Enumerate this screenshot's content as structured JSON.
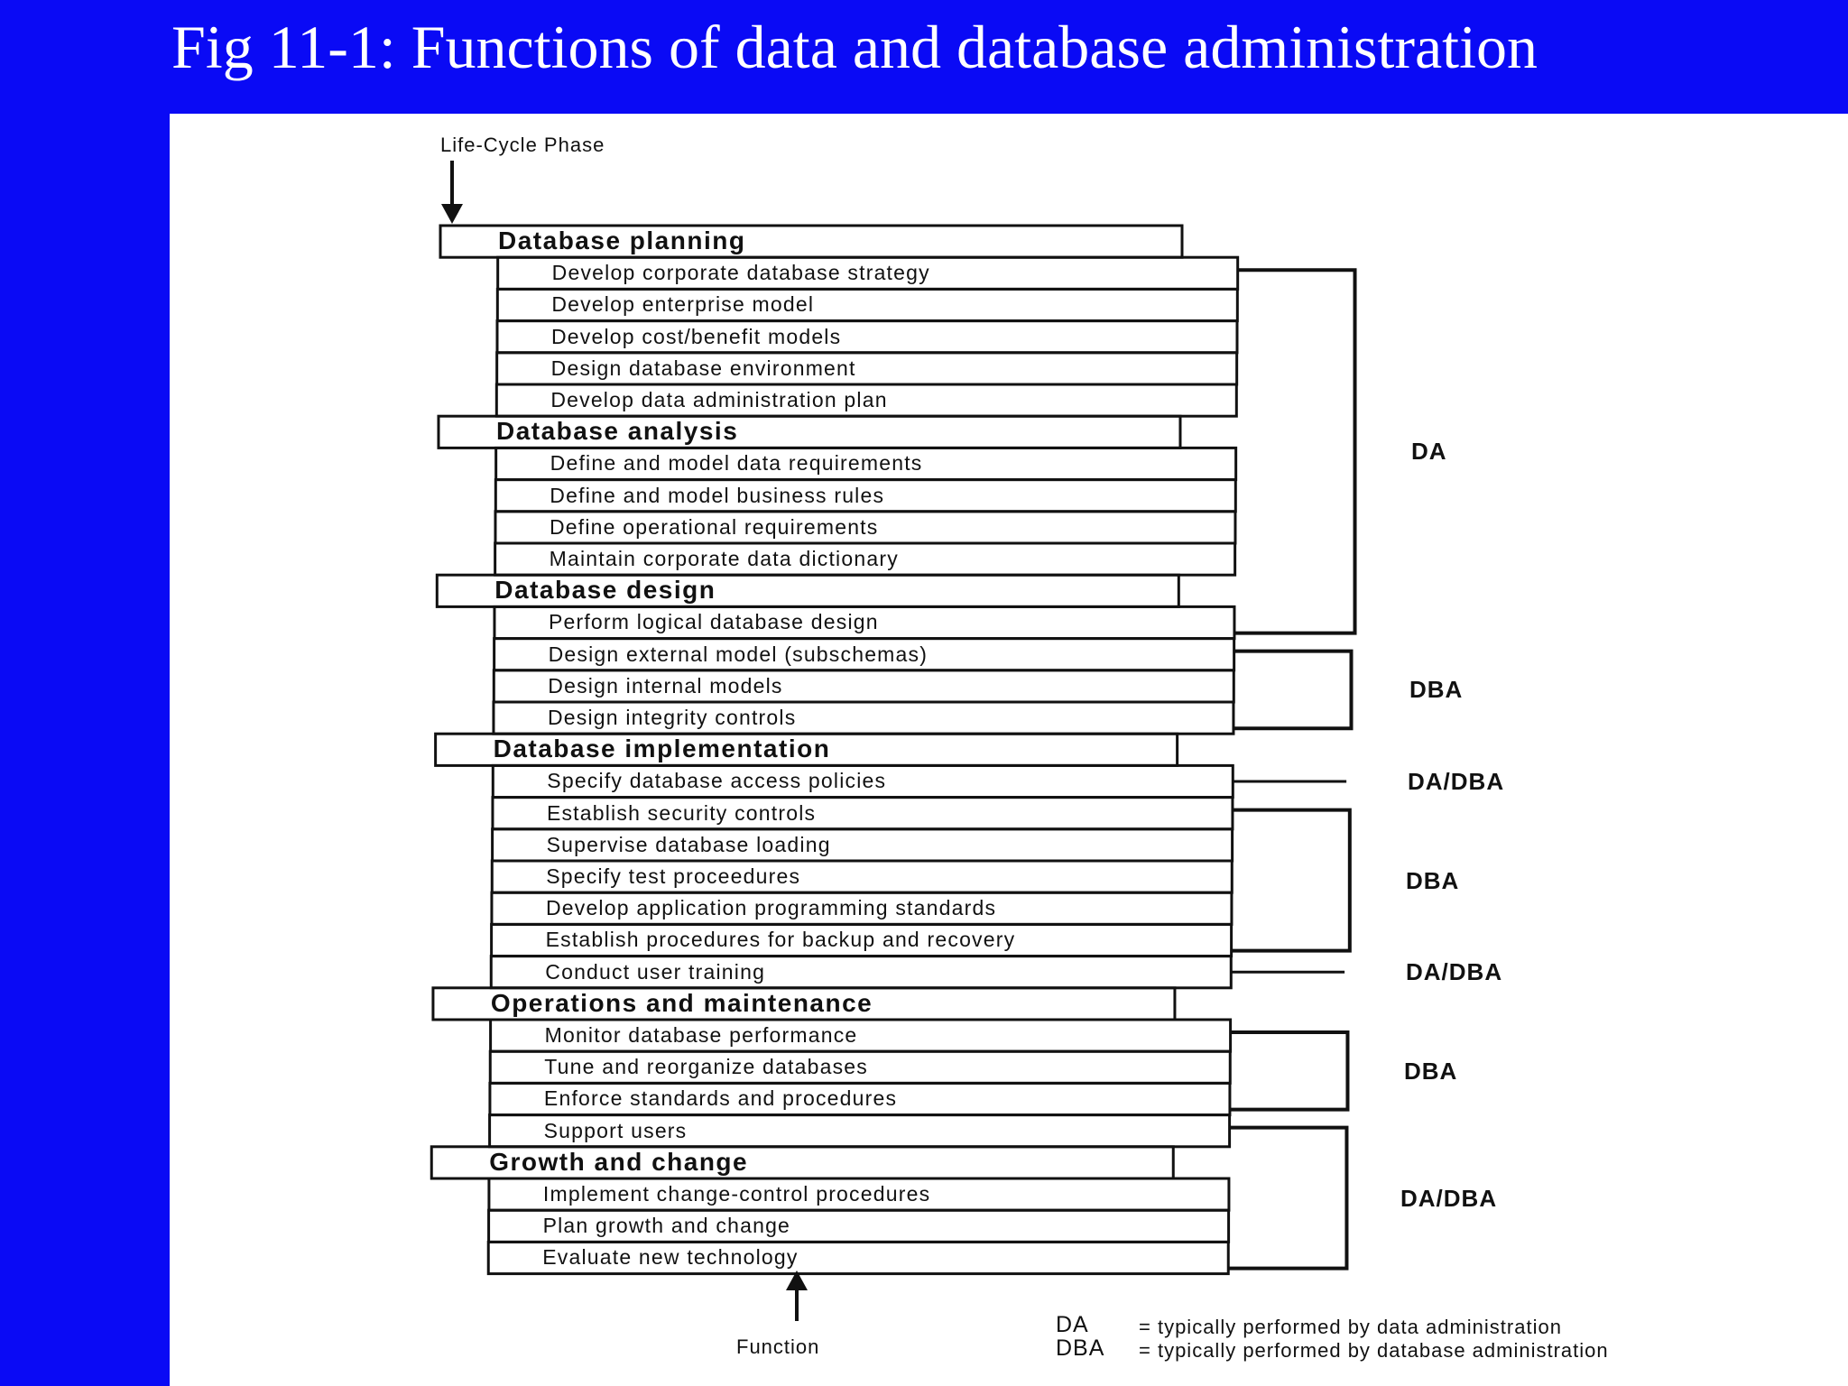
{
  "title": "Fig 11-1: Functions of data and database administration",
  "diagram": {
    "top_label": "Life-Cycle Phase",
    "bottom_label": "Function",
    "phases": [
      {
        "name": "Database planning",
        "functions": [
          "Develop corporate database strategy",
          "Develop enterprise model",
          "Develop cost/benefit models",
          "Design database environment",
          "Develop data administration plan"
        ]
      },
      {
        "name": "Database analysis",
        "functions": [
          "Define and model data requirements",
          "Define and model business rules",
          "Define operational requirements",
          "Maintain corporate data dictionary"
        ]
      },
      {
        "name": "Database design",
        "functions": [
          "Perform logical database design",
          "Design external model (subschemas)",
          "Design internal models",
          "Design integrity controls"
        ]
      },
      {
        "name": "Database implementation",
        "functions": [
          "Specify database access policies",
          "Establish security controls",
          "Supervise database loading",
          "Specify test proceedures",
          "Develop application programming standards",
          "Establish procedures for backup and recovery",
          "Conduct user training"
        ]
      },
      {
        "name": "Operations and maintenance",
        "functions": [
          "Monitor database performance",
          "Tune and reorganize databases",
          "Enforce standards and procedures",
          "Support users"
        ]
      },
      {
        "name": "Growth and change",
        "functions": [
          "Implement change-control procedures",
          "Plan growth and change",
          "Evaluate new technology"
        ]
      }
    ],
    "responsibilities": [
      {
        "label": "DA"
      },
      {
        "label": "DBA"
      },
      {
        "label": "DA/DBA"
      },
      {
        "label": "DBA"
      },
      {
        "label": "DA/DBA"
      },
      {
        "label": "DBA"
      },
      {
        "label": "DA/DBA"
      }
    ],
    "legend": [
      {
        "abbr": "DA",
        "desc": "= typically performed by data administration"
      },
      {
        "abbr": "DBA",
        "desc": "= typically performed by database administration"
      }
    ]
  }
}
